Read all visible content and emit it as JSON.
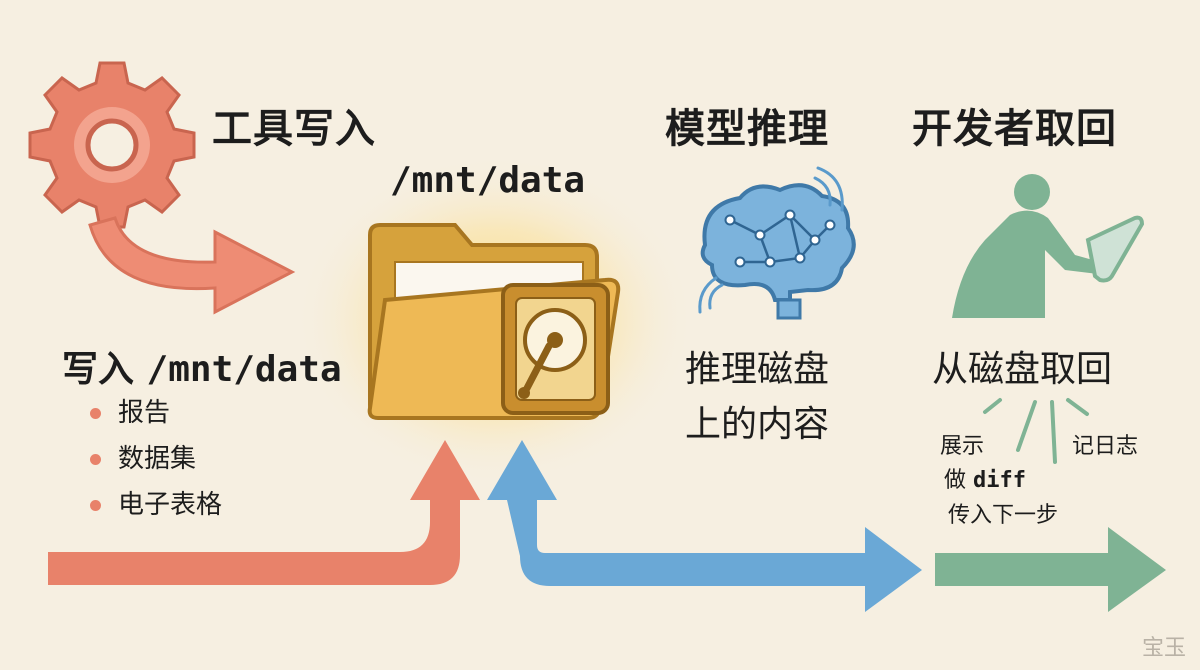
{
  "tool_write": {
    "title": "工具写入",
    "path_label": "/mnt/data",
    "write_label_prefix": "写入 ",
    "write_label_path": "/mnt/data",
    "items": [
      "报告",
      "数据集",
      "电子表格"
    ]
  },
  "model_reasoning": {
    "title": "模型推理",
    "caption_line1": "推理磁盘",
    "caption_line2": "上的内容"
  },
  "developer_retrieve": {
    "title": "开发者取回",
    "caption": "从磁盘取回",
    "actions": {
      "show": "展示",
      "log": "记日志",
      "diff_prefix": "做 ",
      "diff_word": "diff",
      "pass_next": "传入下一步"
    }
  },
  "watermark": "宝玉",
  "colors": {
    "tool": "#e8826a",
    "storage": "#e9b94f",
    "model": "#6aa8d6",
    "developer": "#7fb394",
    "background": "#f6efe1"
  },
  "icons": [
    "gear-icon",
    "folder-icon",
    "hard-drive-icon",
    "brain-icon",
    "person-tablet-icon"
  ]
}
